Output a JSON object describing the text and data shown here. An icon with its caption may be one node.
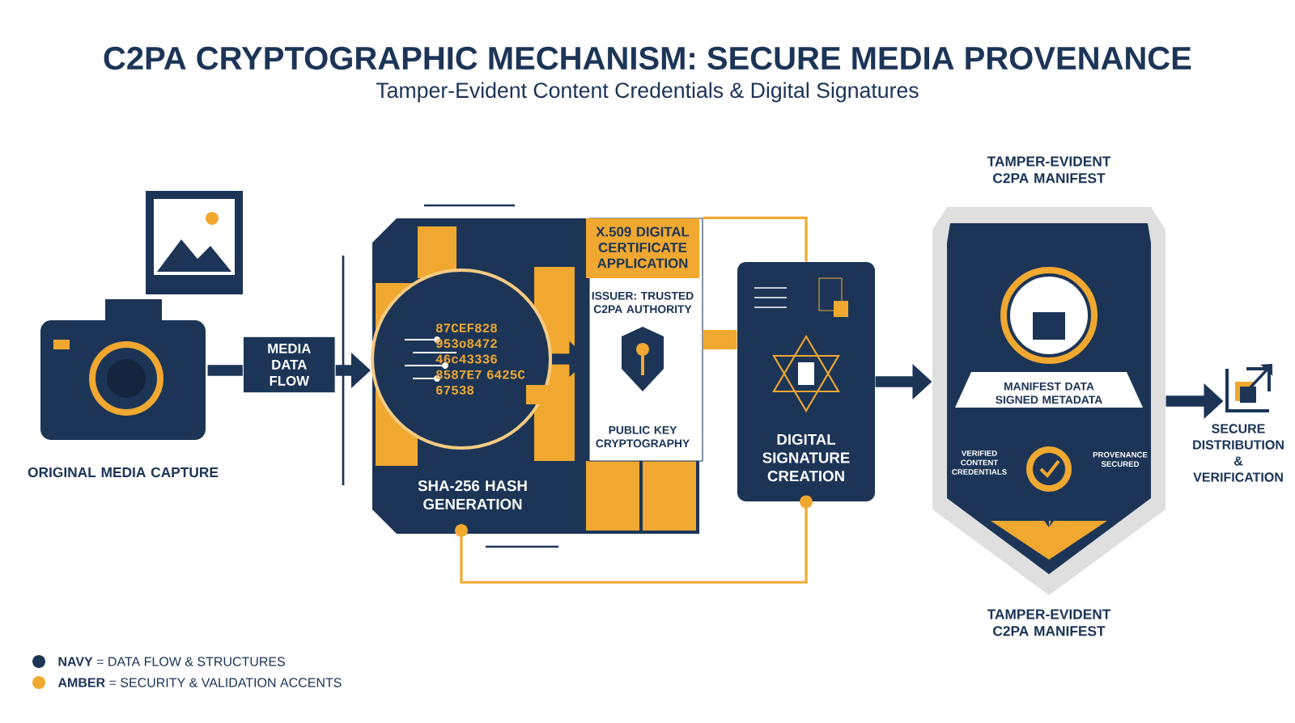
{
  "diagram": {
    "title": "C2PA CRYPTOGRAPHIC MECHANISM: SECURE MEDIA PROVENANCE",
    "nodes": [
      {
        "text": [],
        "shape": "picture",
        "beside": [
          "ORIGINAL MEDIA CAPTURE"
        ]
      },
      {
        "text": [
          "87CEF828 953o8472 46c43336 8587E7 6425C 67538",
          "SHA-256 HASH GENERATION"
        ]
      },
      {
        "text": [
          "X.509 DIGITAL CERTIFICATE APPLICATION",
          "ISSUER: TRUSTED C2PA AUTHORITY",
          "PUBLIC KEY CRYPTOGRAPHY"
        ]
      },
      {
        "text": [
          "DIGITAL SIGNATURE CREATION"
        ]
      },
      {
        "text": [
          "TAMPER-EVIDENT C2PA MANIFEST",
          "MANIFEST DATA SIGNED METADATA",
          "VERIFIED CONTENT CREDENTIALS",
          "PROVENANCE SECURED",
          "TAMPER-EVIDENT C2PA MANIFEST"
        ]
      },
      {
        "text": [],
        "shape": "picture",
        "beside": [
          "SECURE DISTRIBUTION & VERIFICATION"
        ]
      }
    ],
    "edges": [
      {
        "from": 0,
        "to": 1,
        "arrow": "to",
        "label": "MEDIA DATA FLOW"
      },
      {
        "from": 1,
        "to": 2,
        "arrow": "to"
      },
      {
        "from": 2,
        "to": 3,
        "arrow": "none",
        "style": "thick",
        "color": "#f0a830"
      },
      {
        "from": 2,
        "to": 3,
        "arrow": "none",
        "color": "#f0a830"
      },
      {
        "from": 1,
        "to": 3,
        "arrow": "other",
        "color": "#f0a830"
      },
      {
        "from": 3,
        "to": 4,
        "arrow": "to"
      },
      {
        "from": 4,
        "to": 5,
        "arrow": "to"
      }
    ],
    "labels": [
      "Tamper-Evident Content Credentials & Digital Signatures"
    ],
    "legend": [
      {
        "text": "**NAVY** = DATA FLOW & STRUCTURES",
        "color": "#1c3557"
      },
      {
        "text": "**AMBER** = SECURITY & VALIDATION ACCENTS",
        "color": "#f0a830"
      }
    ]
  }
}
